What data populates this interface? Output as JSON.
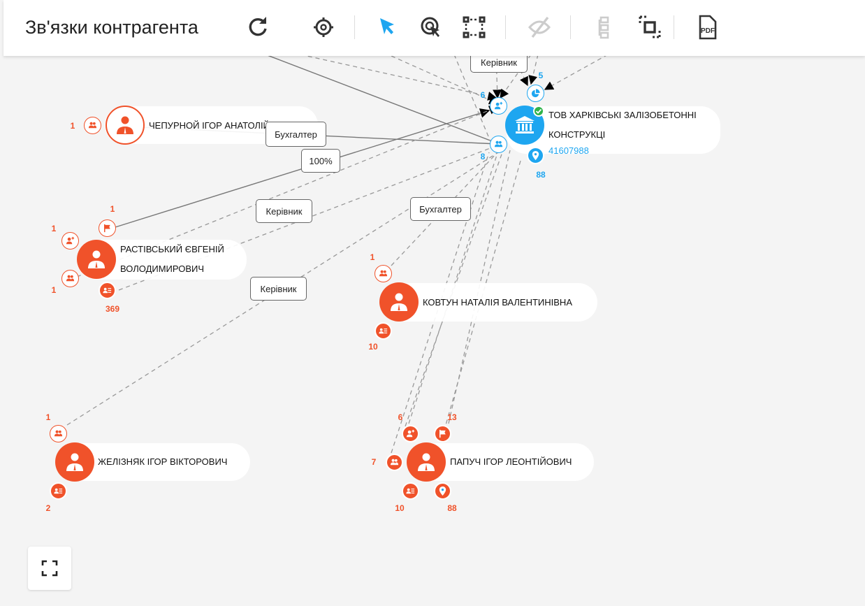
{
  "header": {
    "title": "Зв'язки контрагента",
    "tools": [
      {
        "name": "refresh-icon"
      },
      {
        "name": "center-target-icon"
      },
      {
        "name": "pointer-cursor-icon",
        "active": true
      },
      {
        "name": "target-cursor-icon"
      },
      {
        "name": "select-area-icon"
      },
      {
        "name": "eye-off-icon",
        "disabled": true
      },
      {
        "name": "tree-layout-icon",
        "disabled": true
      },
      {
        "name": "crop-selection-icon"
      },
      {
        "name": "pdf-export-icon",
        "label": "PDF"
      }
    ]
  },
  "colors": {
    "person": "#f0522a",
    "company": "#1ea6f0",
    "edge": "#888888"
  },
  "nodes": [
    {
      "id": "chepurnoy",
      "type": "person",
      "outlined": true,
      "name_lines": [
        "ЧЕПУРНОЙ ІГОР АНАТОЛІЙОВИЧ"
      ],
      "satellites": [
        {
          "icon": "group-icon",
          "count": "1",
          "filled": false
        }
      ]
    },
    {
      "id": "rastivsky",
      "type": "person",
      "name_lines": [
        "РАСТІВСЬКИЙ ЄВГЕНІЙ",
        "ВОЛОДИМИРОВИЧ"
      ],
      "satellites": [
        {
          "icon": "add-person-icon",
          "count": "1",
          "filled": false
        },
        {
          "icon": "flag-icon",
          "count": "1",
          "filled": false
        },
        {
          "icon": "group-icon",
          "count": "1",
          "filled": false
        },
        {
          "icon": "contact-list-icon",
          "count": "369",
          "filled": true
        }
      ]
    },
    {
      "id": "kovtun",
      "type": "person",
      "name_lines": [
        "КОВТУН НАТАЛІЯ ВАЛЕНТИНІВНА"
      ],
      "satellites": [
        {
          "icon": "group-icon",
          "count": "1",
          "filled": false
        },
        {
          "icon": "contact-list-icon",
          "count": "10",
          "filled": true
        }
      ]
    },
    {
      "id": "zhelizniak",
      "type": "person",
      "name_lines": [
        "ЖЕЛІЗНЯК ІГОР ВІКТОРОВИЧ"
      ],
      "satellites": [
        {
          "icon": "group-icon",
          "count": "1",
          "filled": false
        },
        {
          "icon": "contact-list-icon",
          "count": "2",
          "filled": true
        }
      ]
    },
    {
      "id": "papuch",
      "type": "person",
      "name_lines": [
        "ПАПУЧ ІГОР ЛЕОНТІЙОВИЧ"
      ],
      "satellites": [
        {
          "icon": "add-person-icon",
          "count": "6",
          "filled": true
        },
        {
          "icon": "flag-icon",
          "count": "13",
          "filled": true
        },
        {
          "icon": "group-icon",
          "count": "7",
          "filled": true
        },
        {
          "icon": "contact-list-icon",
          "count": "10",
          "filled": true
        },
        {
          "icon": "location-icon",
          "count": "88",
          "filled": true
        }
      ]
    },
    {
      "id": "company",
      "type": "company",
      "verified": true,
      "name_lines": [
        "ТОВ ХАРКІВСЬКІ ЗАЛІЗОБЕТОННІ",
        "КОНСТРУКЦІ"
      ],
      "code": "41607988",
      "satellites": [
        {
          "icon": "add-person-icon",
          "count": "6",
          "filled": false
        },
        {
          "icon": "pie-chart-icon",
          "count": "5",
          "filled": false
        },
        {
          "icon": "group-icon",
          "count": "8",
          "filled": false
        },
        {
          "icon": "location-icon",
          "count": "88",
          "filled": true
        }
      ]
    }
  ],
  "edge_labels": [
    "Керівник",
    "Бухгалтер",
    "100%",
    "Керівник",
    "Бухгалтер",
    "Керівник"
  ],
  "fullscreen": {
    "icon": "fullscreen-icon"
  }
}
